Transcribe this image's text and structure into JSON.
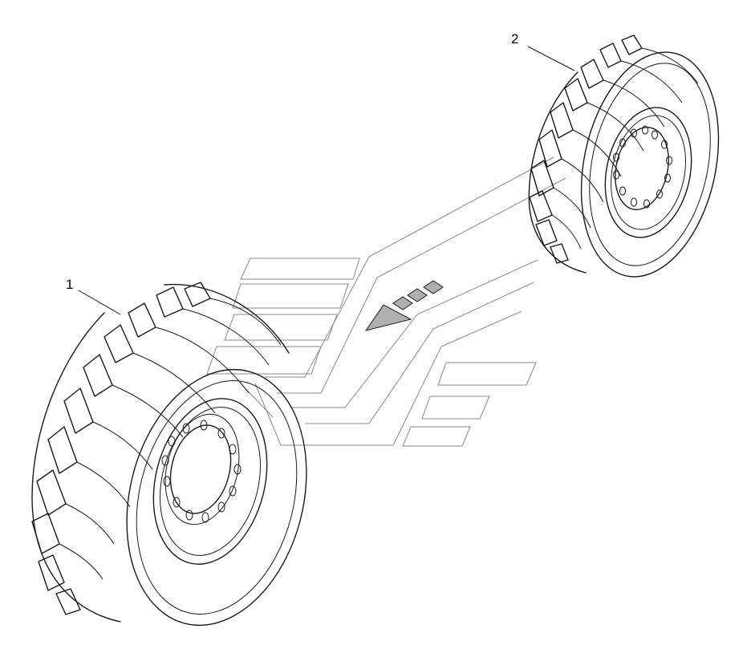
{
  "diagram": {
    "callouts": [
      {
        "id": "1",
        "label": "1"
      },
      {
        "id": "2",
        "label": "2"
      }
    ],
    "items": [
      {
        "callout": "1",
        "part": "wheel-with-tire"
      },
      {
        "callout": "2",
        "part": "wheel-with-tire"
      }
    ],
    "icons": [
      "large-tire-icon",
      "small-tire-icon",
      "direction-arrow-icon",
      "logo-watermark-icon"
    ],
    "colors": {
      "line": "#1a1a1a",
      "watermark": "#8a8a8a",
      "arrow_fill": "#b0b0b0",
      "background": "#ffffff"
    }
  }
}
